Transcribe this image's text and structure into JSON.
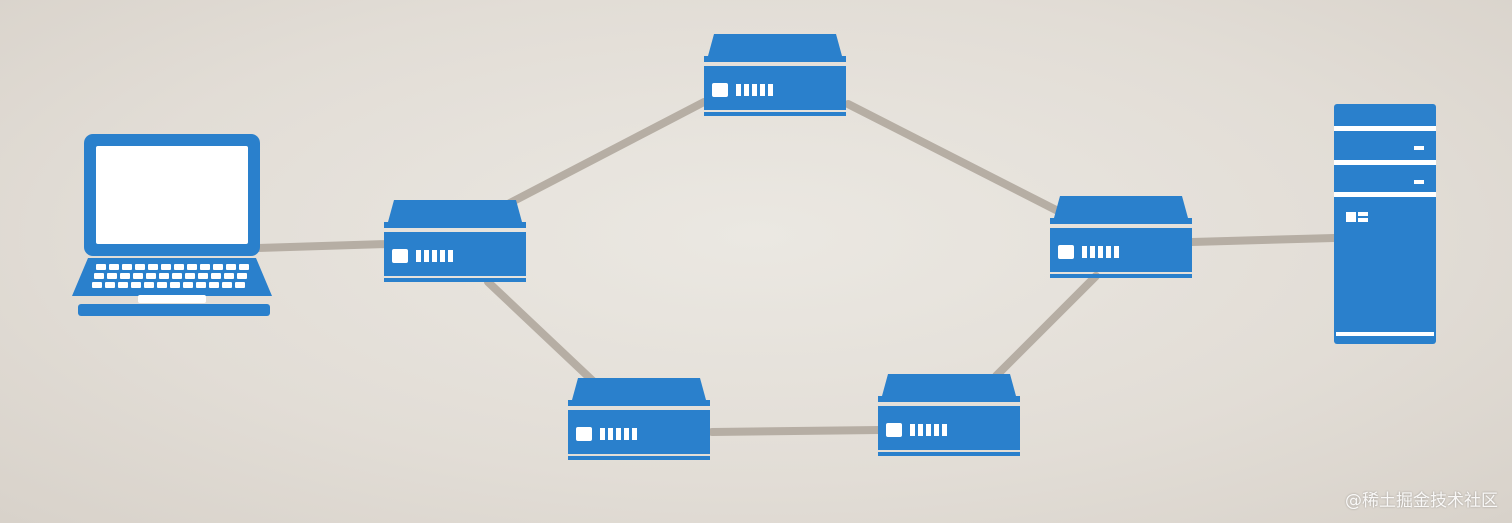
{
  "colors": {
    "device_blue": "#2a80cc",
    "device_light": "#ffffff",
    "link_gray": "#b6aea4",
    "background": "#e6e2dc"
  },
  "nodes": [
    {
      "id": "laptop",
      "icon": "laptop-icon"
    },
    {
      "id": "router-left",
      "icon": "router-icon"
    },
    {
      "id": "router-top",
      "icon": "router-icon"
    },
    {
      "id": "router-right",
      "icon": "router-icon"
    },
    {
      "id": "router-bottom-left",
      "icon": "router-icon"
    },
    {
      "id": "router-bottom-right",
      "icon": "router-icon"
    },
    {
      "id": "server",
      "icon": "server-tower-icon"
    }
  ],
  "links": [
    [
      "laptop",
      "router-left"
    ],
    [
      "router-left",
      "router-top"
    ],
    [
      "router-top",
      "router-right"
    ],
    [
      "router-right",
      "server"
    ],
    [
      "router-left",
      "router-bottom-left"
    ],
    [
      "router-bottom-left",
      "router-bottom-right"
    ],
    [
      "router-bottom-right",
      "router-right"
    ]
  ],
  "watermark": "@稀土掘金技术社区"
}
